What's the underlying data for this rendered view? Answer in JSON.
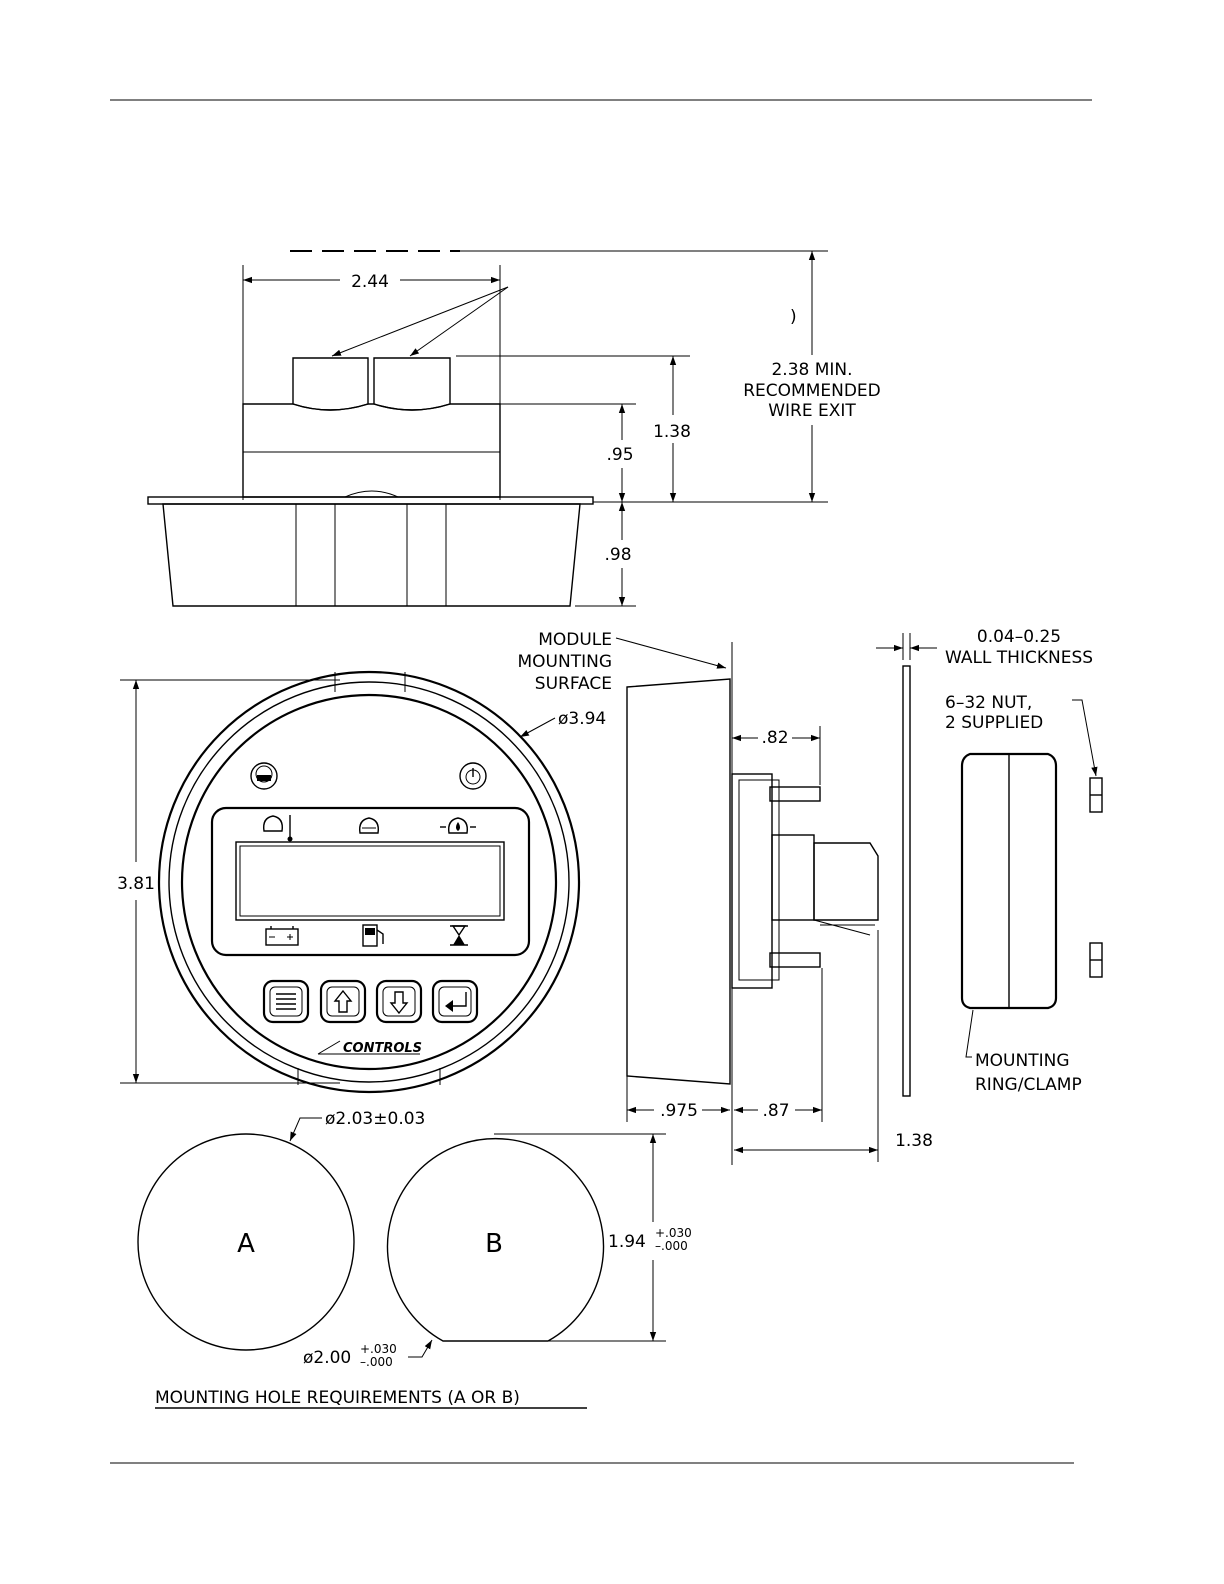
{
  "side_view": {
    "dim_width": "2.44",
    "dim_wire_exit": [
      "2.38 MIN.",
      "RECOMMENDED",
      "WIRE EXIT"
    ],
    "dim_connector": "1.38",
    "dim_body": ".95",
    "dim_lower": ".98"
  },
  "front_view": {
    "dim_diameter": "ø3.94",
    "dim_height": "3.81",
    "logo": "CONTROLS",
    "icons": {
      "top_left": "stop-icon",
      "top_right": "power-icon",
      "lcd_top": [
        "coolant-temp-icon",
        "oil-level-icon",
        "oil-pressure-icon"
      ],
      "lcd_bottom": [
        "battery-icon",
        "fuel-icon",
        "hourglass-icon"
      ],
      "buttons": [
        "menu-icon",
        "arrow-up-icon",
        "arrow-down-icon",
        "enter-icon"
      ]
    }
  },
  "profile_view": {
    "label_mounting_surface": [
      "MODULE",
      "MOUNTING",
      "SURFACE"
    ],
    "dim_82": ".82",
    "dim_975": ".975",
    "dim_87": ".87",
    "dim_138": "1.38"
  },
  "clamp_view": {
    "wall_thickness": [
      "0.04–0.25",
      "WALL THICKNESS"
    ],
    "nut_note": [
      "6–32 NUT,",
      "2 SUPPLIED"
    ],
    "ring_label": [
      "MOUNTING",
      "RING/CLAMP"
    ]
  },
  "holes": {
    "dim_a": "ø2.03±0.03",
    "label_a": "A",
    "label_b": "B",
    "dim_b_height": "1.94",
    "dim_b_height_tol_plus": "+.030",
    "dim_b_height_tol_minus": "–.000",
    "dim_b_diameter": "ø2.00",
    "dim_b_diameter_tol_plus": "+.030",
    "dim_b_diameter_tol_minus": "–.000",
    "title": "MOUNTING HOLE REQUIREMENTS (A OR B)"
  }
}
